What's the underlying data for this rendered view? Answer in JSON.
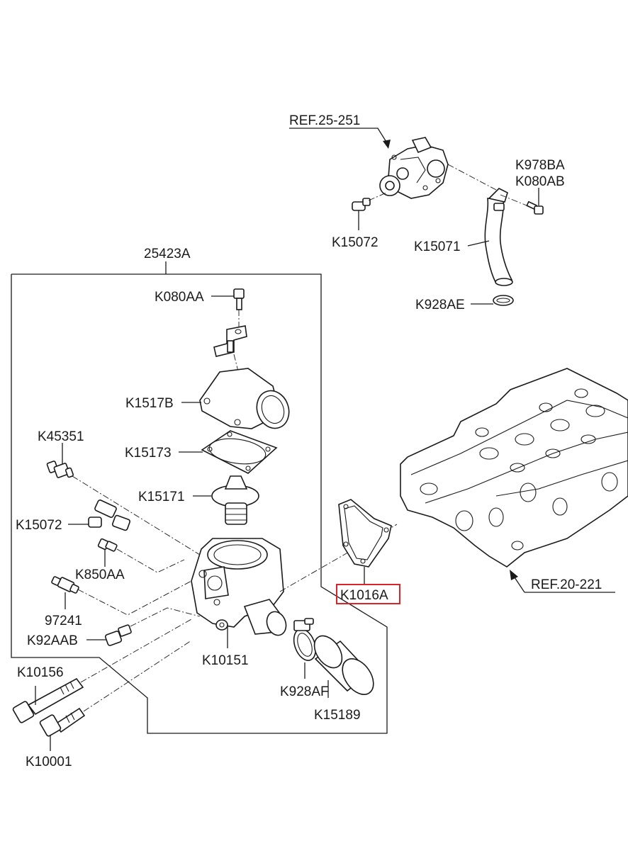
{
  "diagram": {
    "highlight_color": "#d9242b",
    "references": {
      "water_pump": "REF.25-251",
      "cylinder_head": "REF.20-221"
    },
    "assembly_label": "25423A",
    "labels": {
      "k978ba": "K978BA",
      "k080ab": "K080AB",
      "k15072_top": "K15072",
      "k15071": "K15071",
      "k928ae": "K928AE",
      "k080aa": "K080AA",
      "k1517b": "K1517B",
      "k45351": "K45351",
      "k15173": "K15173",
      "k15171": "K15171",
      "k15072_left": "K15072",
      "k850aa": "K850AA",
      "p97241": "97241",
      "k92aab": "K92AAB",
      "k10151": "K10151",
      "k10156": "K10156",
      "k10001": "K10001",
      "k928af": "K928AF",
      "k15189": "K15189",
      "k1016a": "K1016A"
    }
  }
}
